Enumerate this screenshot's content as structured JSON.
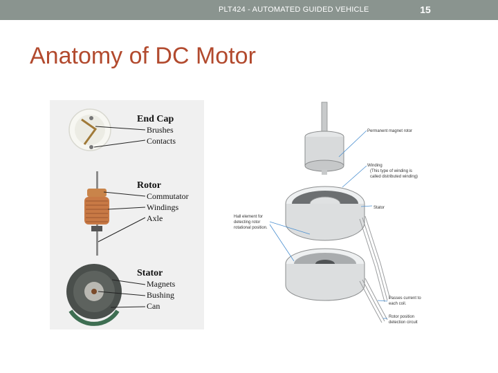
{
  "header": {
    "course": "PLT424 - AUTOMATED GUIDED VEHICLE",
    "slide_number": "15"
  },
  "slide": {
    "title": "Anatomy of DC Motor"
  },
  "left_figure": {
    "sections": [
      {
        "heading": "End Cap",
        "items": [
          "Brushes",
          "Contacts"
        ]
      },
      {
        "heading": "Rotor",
        "items": [
          "Commutator",
          "Windings",
          "Axle"
        ]
      },
      {
        "heading": "Stator",
        "items": [
          "Magnets",
          "Bushing",
          "Can"
        ]
      }
    ]
  },
  "right_figure": {
    "labels": {
      "magnet_rotor": "Permanent magnet rotor",
      "winding": "Winding",
      "winding_note_1": "(This type of winding is",
      "winding_note_2": "called distributed winding)",
      "stator": "Stator",
      "hall_1": "Hall element for",
      "hall_2": "detecting rotor",
      "hall_3": "rotational position.",
      "passes_1": "Passes current to",
      "passes_2": "each coil.",
      "detect_1": "Rotor position",
      "detect_2": "detection circuit"
    }
  }
}
